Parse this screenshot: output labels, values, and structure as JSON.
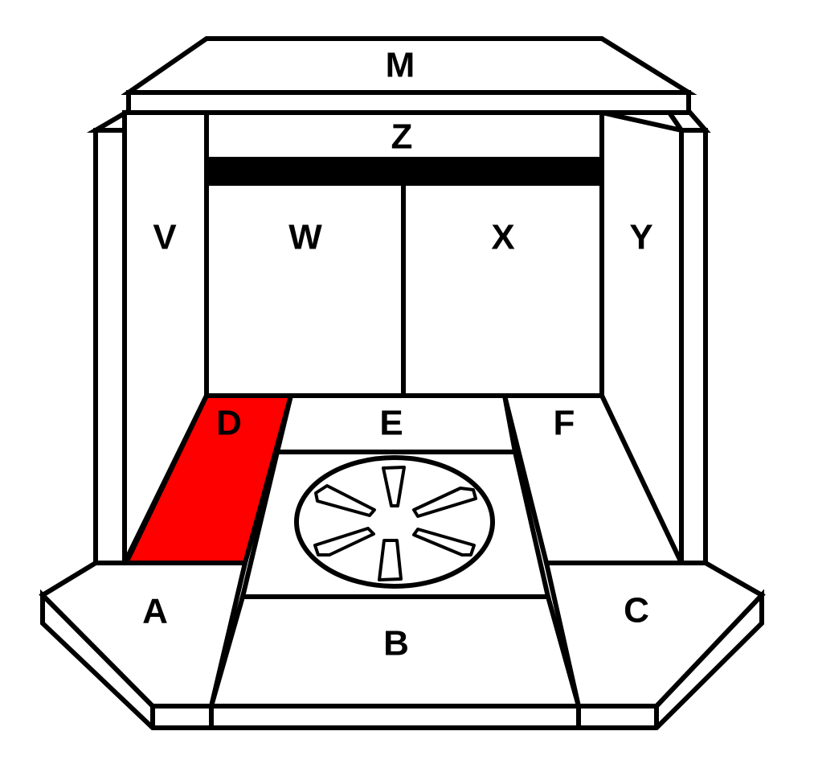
{
  "diagram": {
    "highlight_color": "#ff0000",
    "highlighted_part": "D",
    "labels": {
      "M": "M",
      "Z": "Z",
      "V": "V",
      "W": "W",
      "X": "X",
      "Y": "Y",
      "D": "D",
      "E": "E",
      "F": "F",
      "A": "A",
      "B": "B",
      "C": "C"
    }
  }
}
